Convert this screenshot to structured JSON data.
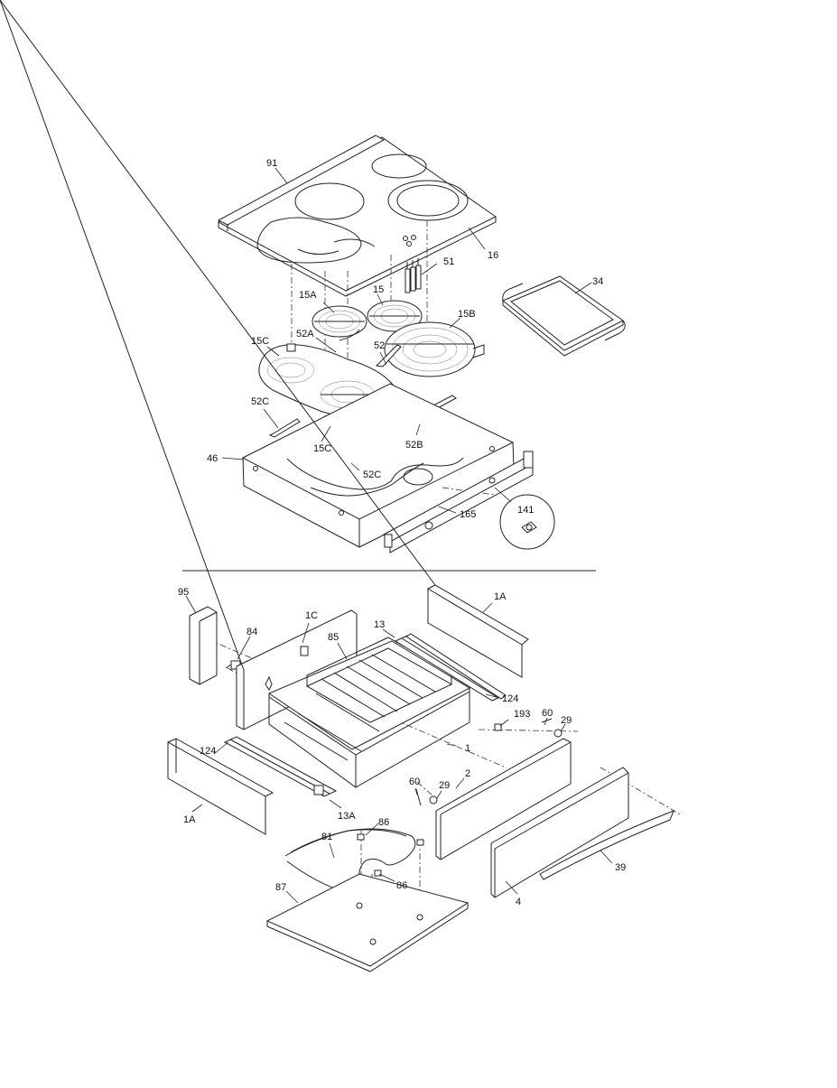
{
  "labels": {
    "p91": "91",
    "p16": "16",
    "p51": "51",
    "p34": "34",
    "p15A": "15A",
    "p15": "15",
    "p15B": "15B",
    "p15C": "15C",
    "p52A": "52A",
    "p52": "52",
    "p52C_a": "52C",
    "p52B": "52B",
    "p15C_b": "15C",
    "p52C_b": "52C",
    "p46": "46",
    "p165": "165",
    "p141": "141",
    "p95": "95",
    "p84": "84",
    "p1C": "1C",
    "p85": "85",
    "p13": "13",
    "p1A_top": "1A",
    "p124_r": "124",
    "p193": "193",
    "p60_r": "60",
    "p29_r": "29",
    "p1": "1",
    "p124_l": "124",
    "p60_m": "60",
    "p29_m": "29",
    "p2": "2",
    "p1A_bot": "1A",
    "p13A": "13A",
    "p86_a": "86",
    "p81": "81",
    "p86_b": "86",
    "p87": "87",
    "p39": "39",
    "p4": "4"
  },
  "colors": {
    "line": "#222222",
    "background": "#ffffff"
  }
}
